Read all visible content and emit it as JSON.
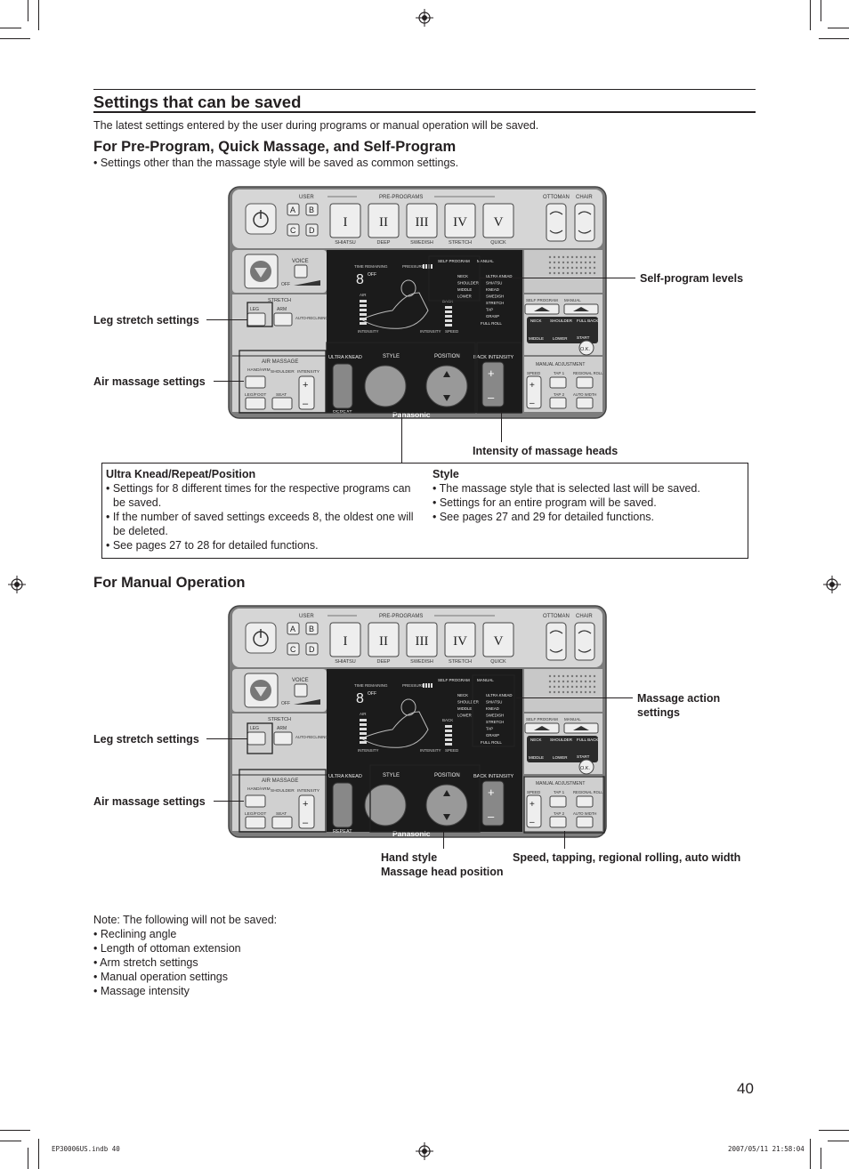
{
  "section_title": "Settings that can be saved",
  "intro": "The latest settings entered by the user during programs or manual operation will be saved.",
  "pre_program": {
    "heading": "For Pre-Program, Quick Massage, and Self-Program",
    "bullet": "• Settings other than the massage style will be saved as common settings.",
    "callouts": {
      "leg_stretch": "Leg stretch settings",
      "air_massage": "Air massage settings",
      "self_program_levels": "Self-program levels",
      "intensity": "Intensity of massage heads"
    }
  },
  "info_box": {
    "left_heading": "Ultra Knead/Repeat/Position",
    "left_items": [
      "• Settings for 8 different times for the respective programs can be saved.",
      "• If the number of saved settings exceeds 8, the oldest one will be deleted.",
      "• See pages 27 to 28 for detailed functions."
    ],
    "right_heading": "Style",
    "right_items": [
      "• The massage style that is selected last will be saved.",
      "• Settings for an entire program will be saved.",
      "• See pages 27 and 29 for detailed functions."
    ]
  },
  "manual": {
    "heading": "For Manual Operation",
    "callouts": {
      "leg_stretch": "Leg stretch settings",
      "air_massage": "Air massage settings",
      "massage_action": "Massage action settings",
      "hand_style": "Hand style",
      "head_position": "Massage head position",
      "speed": "Speed, tapping, regional rolling, auto width"
    }
  },
  "notes": {
    "title": "Note:  The following will not be saved:",
    "items": [
      "• Reclining angle",
      "• Length of ottoman extension",
      "• Arm stretch settings",
      "• Manual operation settings",
      "• Massage intensity"
    ]
  },
  "page_number": "40",
  "footer_left": "EP30006US.indb   40",
  "footer_right": "2007/05/11   21:58:04",
  "control_panel": {
    "user": "USER",
    "user_keys": [
      "A",
      "B",
      "C",
      "D"
    ],
    "pre_programs": "PRE-PROGRAMS",
    "programs": [
      {
        "numeral": "I",
        "label": "SHIATSU"
      },
      {
        "numeral": "II",
        "label": "DEEP"
      },
      {
        "numeral": "III",
        "label": "SWEDISH"
      },
      {
        "numeral": "IV",
        "label": "STRETCH"
      },
      {
        "numeral": "V",
        "label": "QUICK"
      }
    ],
    "ottoman": "OTTOMAN",
    "chair": "CHAIR",
    "voice": "VOICE",
    "voice_off": "OFF",
    "time_remaining": "TIME REMAINING",
    "time_digits": "8",
    "time_off": "OFF",
    "pressure": "PRESSURE",
    "self_program": "SELF PROGRAM",
    "manual_label": "MANUAL",
    "levels": [
      "NECK",
      "SHOULDER",
      "MIDDLE",
      "LOWER"
    ],
    "styles": [
      "ULTRA KNEAD",
      "SHIATSU",
      "KNEAD",
      "SWEDISH",
      "STRETCH",
      "TAP",
      "GRASP"
    ],
    "full_roll": "FULL ROLL",
    "air": "AIR",
    "back": "BACK",
    "intensity": "INTENSITY",
    "speed": "SPEED",
    "stretch": "STRETCH",
    "leg": "LEG",
    "arm": "ARM",
    "auto_reclining": "AUTO-RECLINING",
    "air_massage": "AIR MASSAGE",
    "hand_arm": "HAND/ARM",
    "shoulder": "SHOULDER",
    "leg_foot": "LEG/FOOT",
    "seat": "SEAT",
    "ultra_knead": "ULTRA KNEAD",
    "repeat": "REPEAT",
    "style": "STYLE",
    "position": "POSITION",
    "back_intensity": "BACK INTENSITY",
    "brand": "Panasonic",
    "self_program_btn": "SELF PROGRAM",
    "manual_btn": "MANUAL",
    "neck_btn": "NECK",
    "shoulder_btn": "SHOULDER",
    "full_back_btn": "FULL BACK",
    "middle_btn": "MIDDLE",
    "lower_btn": "LOWER",
    "start": "START",
    "ok": "O.K.",
    "manual_adjustment": "MANUAL ADJUSTMENT",
    "speed_label": "SPEED",
    "tap1": "TAP 1",
    "tap2": "TAP 2",
    "regional_roll": "REGIONAL ROLL",
    "auto_width": "AUTO WIDTH",
    "plus": "+",
    "minus": "–"
  },
  "colors": {
    "ink": "#231f20",
    "panel_body": "#8a8a8a",
    "panel_face": "#d4d4d4",
    "display": "#1a1a1a"
  }
}
